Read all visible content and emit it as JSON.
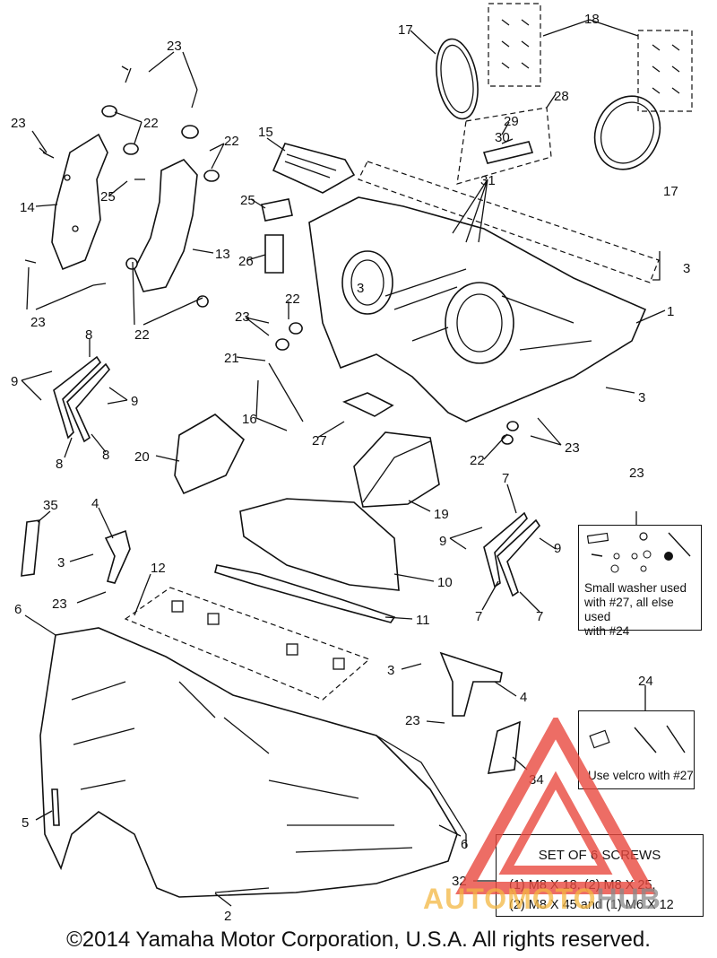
{
  "diagram": {
    "callouts": [
      "1",
      "2",
      "3",
      "4",
      "5",
      "6",
      "7",
      "8",
      "9",
      "10",
      "11",
      "12",
      "13",
      "14",
      "15",
      "16",
      "17",
      "18",
      "19",
      "20",
      "21",
      "22",
      "23",
      "24",
      "25",
      "26",
      "27",
      "28",
      "29",
      "30",
      "31",
      "32",
      "34",
      "35"
    ]
  },
  "boxes": {
    "hardware_23": {
      "number": "23",
      "note_lines": [
        "Small washer used",
        "with #27, all else used",
        "with #24"
      ]
    },
    "hardware_24": {
      "number": "24",
      "note": "Use velcro with #27"
    },
    "screws_32": {
      "number": "32",
      "title": "SET OF 6 SCREWS",
      "line1": "(1) M8 X 18, (2) M8 X 25,",
      "line2": "(2) M8 X 45 and (1) M6 X 12"
    }
  },
  "copyright": "©2014 Yamaha Motor Corporation, U.S.A. All rights reserved.",
  "watermark": {
    "text_part1": "AUTO",
    "text_part2": "MOTO",
    "text_part3": "HUB",
    "logo_color": "#e8483e",
    "text_color": "#f4b742"
  }
}
